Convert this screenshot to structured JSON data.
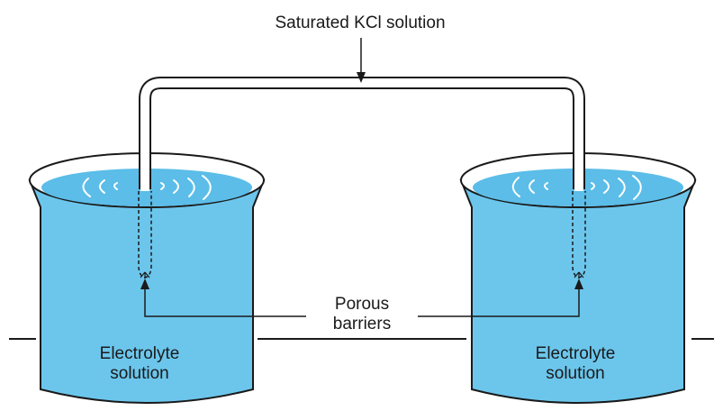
{
  "labels": {
    "bridge": "Saturated KCl solution",
    "porous_line1": "Porous",
    "porous_line2": "barriers",
    "left_line1": "Electrolyte",
    "left_line2": "solution",
    "right_line1": "Electrolyte",
    "right_line2": "solution"
  },
  "colors": {
    "solution": "#6cc6ec",
    "surface": "#5bbde8",
    "outline": "#1a1a1a",
    "ripple": "#ffffff"
  }
}
